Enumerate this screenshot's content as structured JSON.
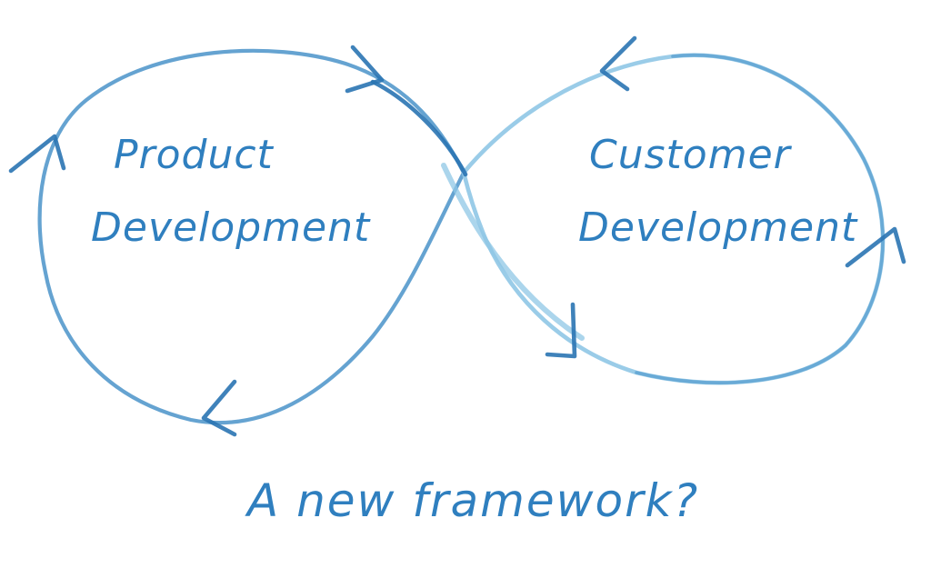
{
  "colors": {
    "ink_main": "#4a93c9",
    "ink_dark": "#2a74b3",
    "ink_light": "#8fc7e6",
    "ink_text": "#2f7fbf",
    "background": "#ffffff"
  },
  "labels": {
    "product_line1": "Product",
    "product_line2": "Development",
    "customer_line1": "Customer",
    "customer_line2": "Development",
    "caption": "A new framework?"
  }
}
